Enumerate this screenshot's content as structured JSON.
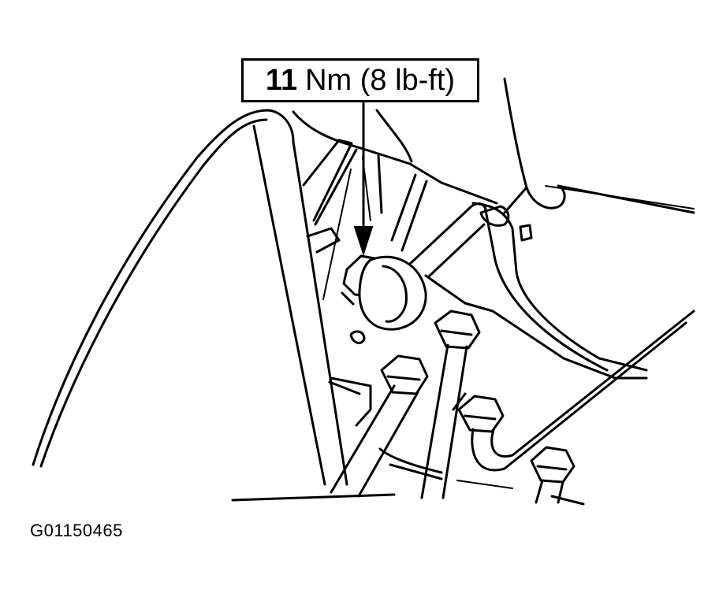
{
  "callout": {
    "value": "11",
    "unit_text": "Nm (8 lb-ft)"
  },
  "figure_id": "G01150465",
  "colors": {
    "line": "#000000",
    "background": "#ffffff"
  }
}
